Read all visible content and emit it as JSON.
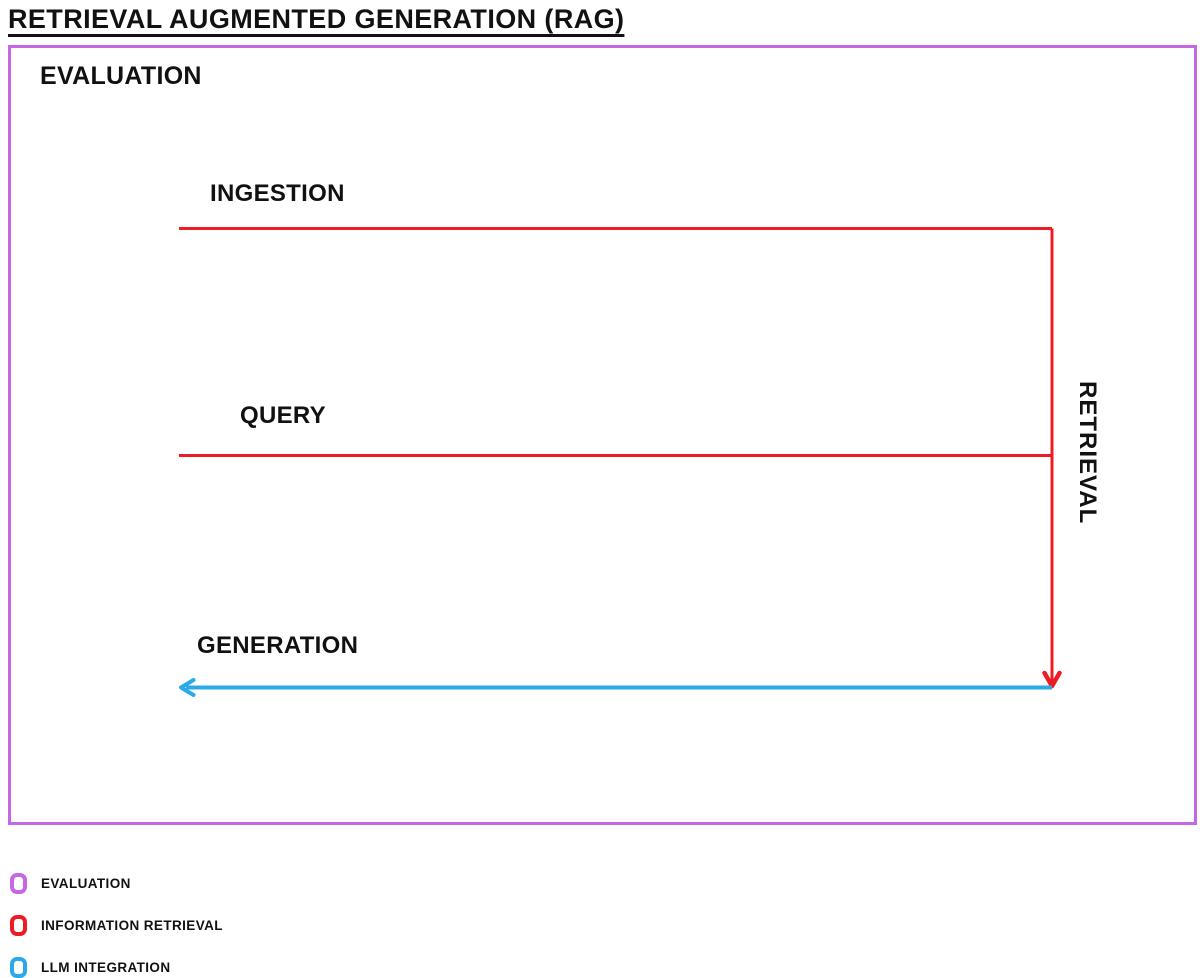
{
  "title": "RETRIEVAL AUGMENTED GENERATION (RAG)",
  "diagram": {
    "container_label": "EVALUATION",
    "labels": {
      "ingestion": "INGESTION",
      "query": "QUERY",
      "retrieval": "RETRIEVAL",
      "generation": "GENERATION"
    },
    "flow": [
      {
        "step": "INGESTION",
        "line_color": "#ED1C24",
        "direction": "right"
      },
      {
        "step": "QUERY",
        "line_color": "#ED1C24",
        "direction": "right"
      },
      {
        "step": "RETRIEVAL",
        "line_color": "#ED1C24",
        "direction": "down"
      },
      {
        "step": "GENERATION",
        "line_color": "#2BA9E8",
        "direction": "left"
      }
    ]
  },
  "legend": {
    "items": [
      {
        "label": "EVALUATION",
        "color": "#C767E5"
      },
      {
        "label": "INFORMATION RETRIEVAL",
        "color": "#ED1C24"
      },
      {
        "label": "LLM INTEGRATION",
        "color": "#2BA9E8"
      }
    ]
  },
  "colors": {
    "evaluation": "#C767E5",
    "retrieval": "#ED1C24",
    "llm": "#2BA9E8",
    "ink": "#111111"
  }
}
